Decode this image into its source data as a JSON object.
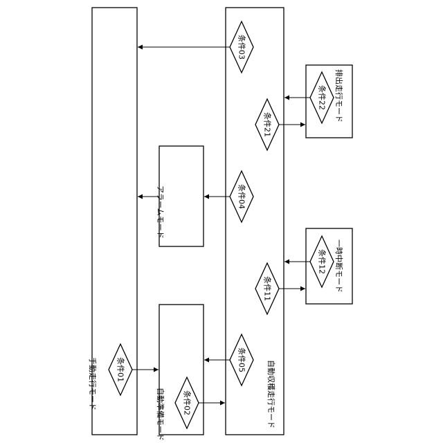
{
  "modes": {
    "manual_travel": "手動走行モード",
    "auto_prep": "自動準備モード",
    "alarm": "アラームモード",
    "auto_harvest": "自動収穫走行モード",
    "discharge": "排出走行モード",
    "pause": "一時中断モード"
  },
  "conditions": {
    "c01": "条件01",
    "c02": "条件02",
    "c03": "条件03",
    "c04": "条件04",
    "c05": "条件05",
    "c11": "条件11",
    "c12": "条件12",
    "c21": "条件21",
    "c22": "条件22"
  }
}
